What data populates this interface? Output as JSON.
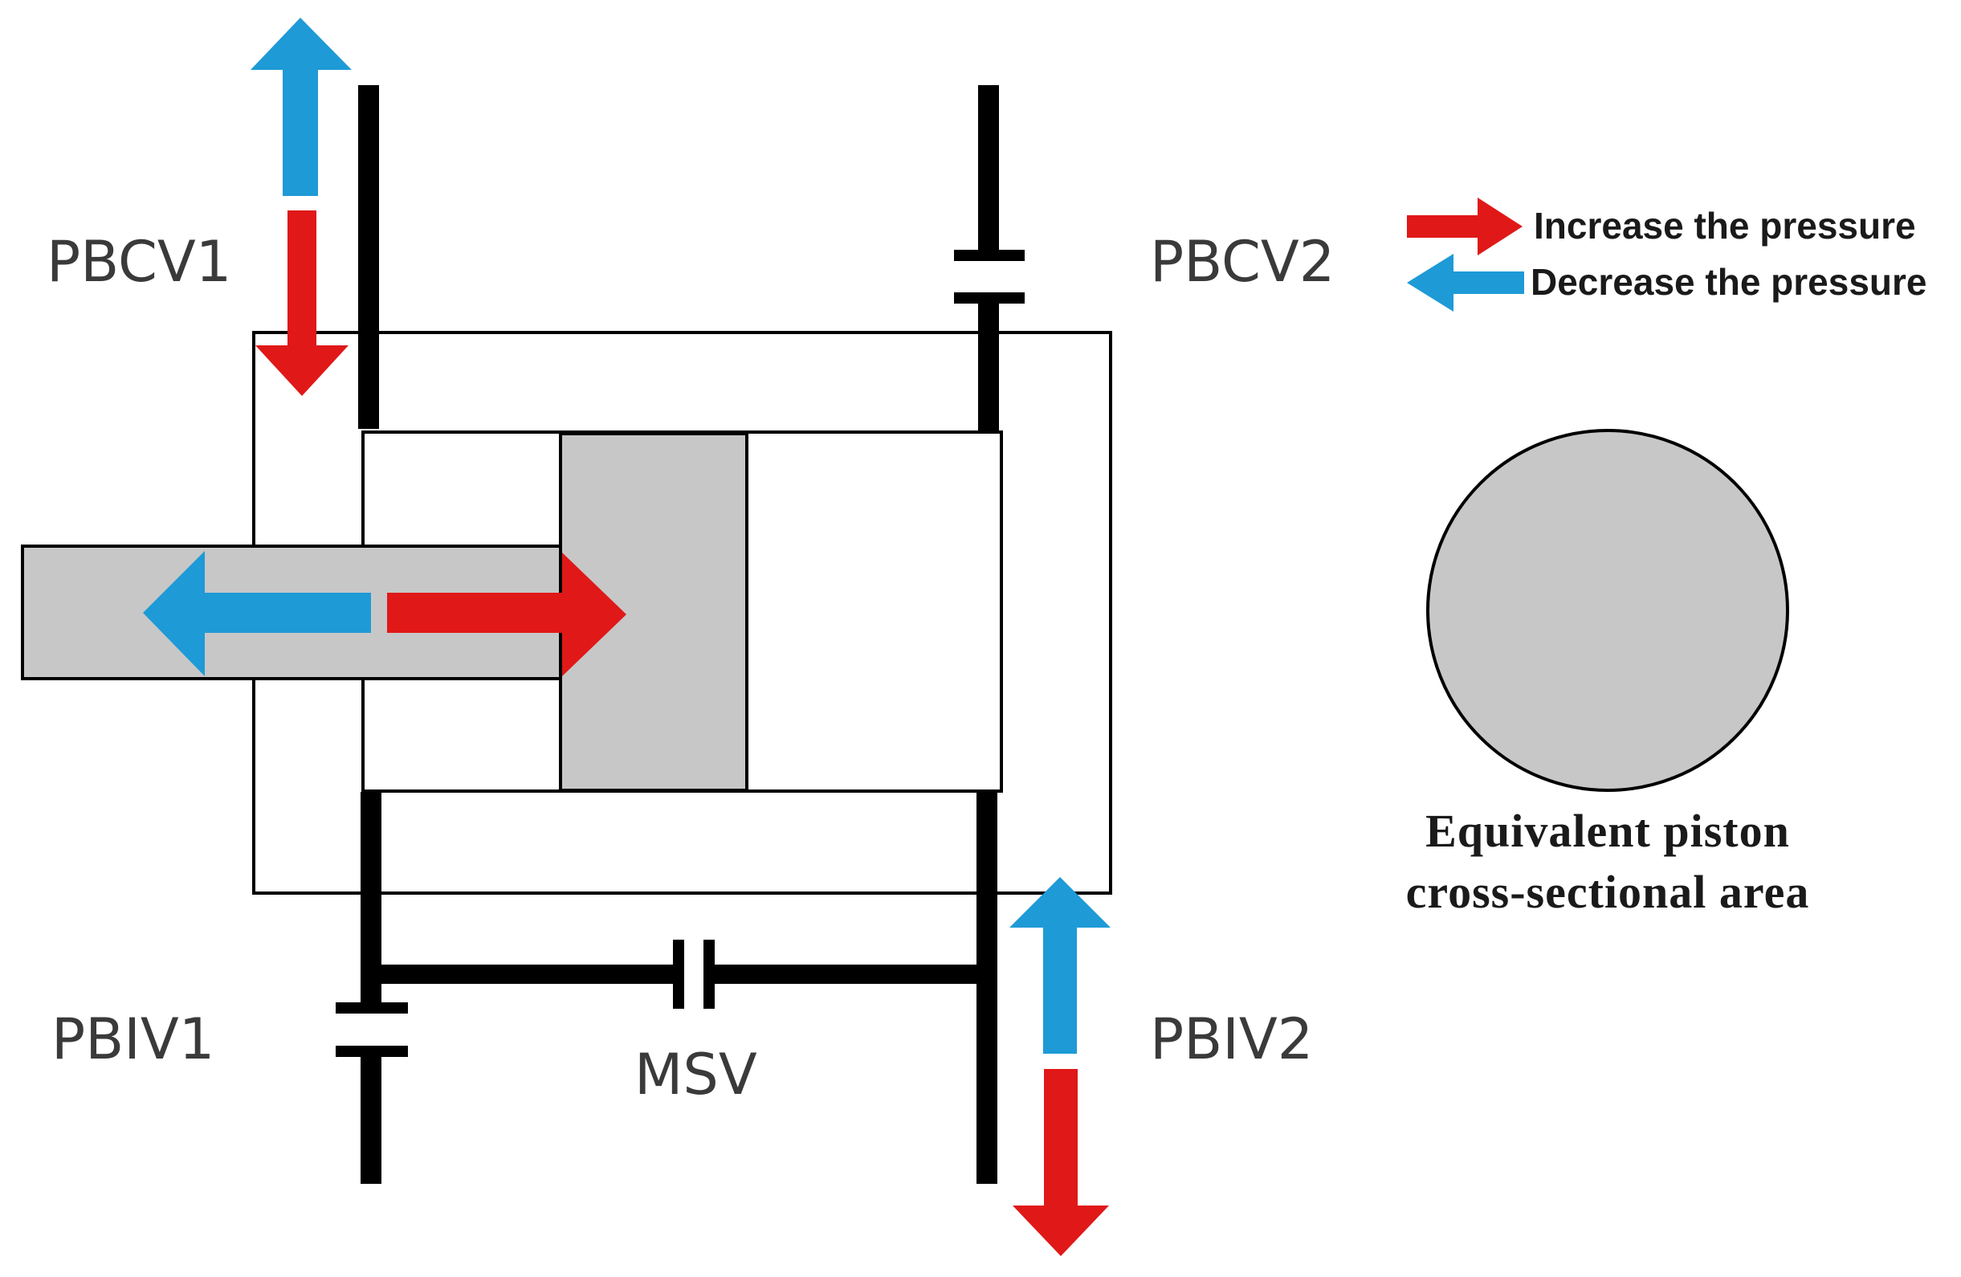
{
  "labels": {
    "pbcv1": "PBCV1",
    "pbcv2": "PBCV2",
    "pbiv1": "PBIV1",
    "pbiv2": "PBIV2",
    "msv": "MSV"
  },
  "legend": {
    "increase": "Increase the pressure",
    "decrease": "Decrease the pressure"
  },
  "caption": {
    "line1": "Equivalent piston",
    "line2": "cross-sectional area"
  },
  "colors": {
    "increase": "#e01818",
    "decrease": "#1e9ad6",
    "piston_fill": "#c7c7c7",
    "line": "#000000"
  },
  "icons": {
    "increase": "right-arrow-red",
    "decrease": "left-arrow-blue"
  }
}
